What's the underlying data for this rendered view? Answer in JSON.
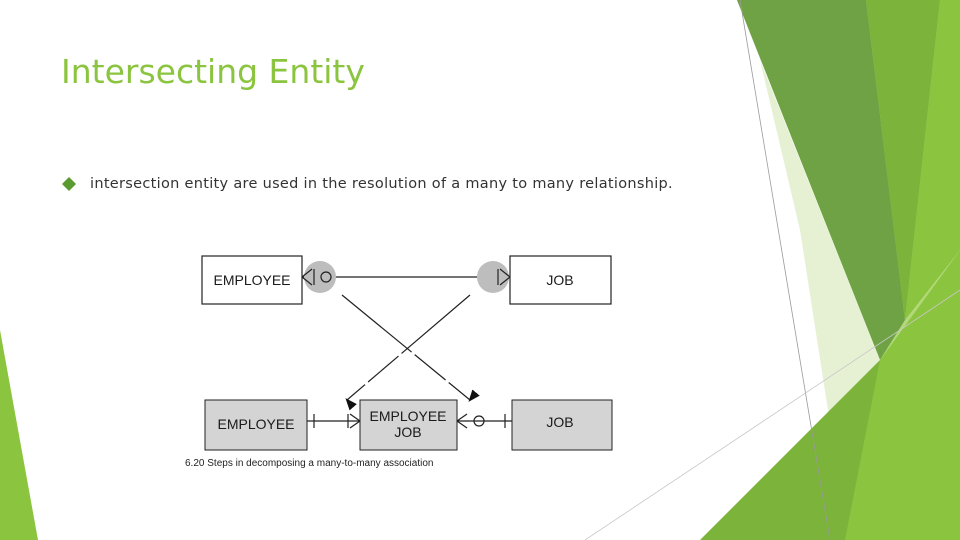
{
  "slide": {
    "title": "Intersecting Entity",
    "bullets": [
      {
        "text": "intersection entity are used in the resolution of a many to many relationship."
      }
    ]
  },
  "figure": {
    "top_row": {
      "left_entity": "EMPLOYEE",
      "right_entity": "JOB"
    },
    "bottom_row": {
      "left_entity": "EMPLOYEE",
      "middle_entity_line1": "EMPLOYEE",
      "middle_entity_line2": "JOB",
      "right_entity": "JOB"
    },
    "caption": "6.20   Steps in decomposing a many-to-many association"
  },
  "colors": {
    "title": "#8bc43f",
    "accent_dark": "#5a9a2e",
    "accent_mid": "#8bc43f",
    "accent_light": "#d9ebbf",
    "entity_fill_bottom": "#d4d4d4",
    "connector_circle": "#bdbdbd"
  }
}
